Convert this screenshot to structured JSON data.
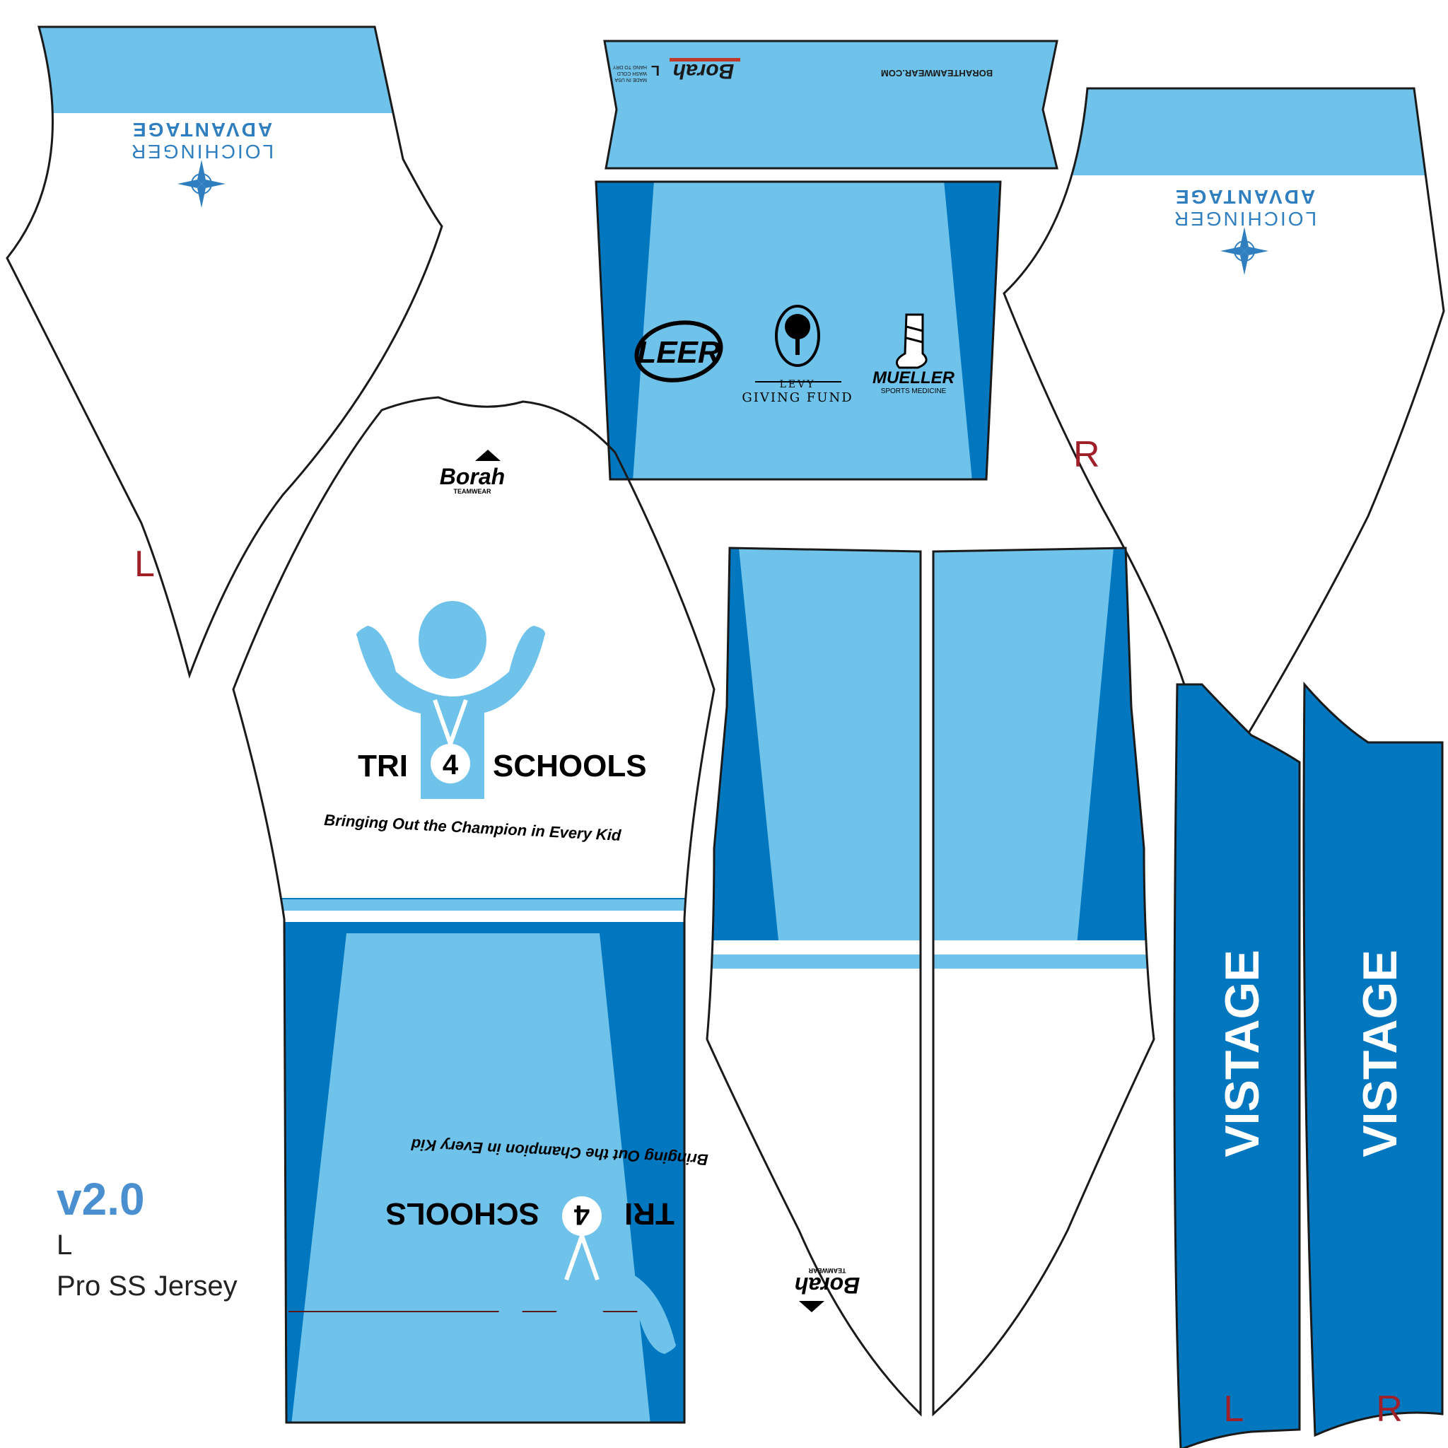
{
  "colors": {
    "light_blue": "#6fc3ea",
    "dark_blue": "#0077bf",
    "outline": "#1a1a1a",
    "label_red": "#a0202a",
    "logo_blue": "#2f7fc0",
    "version_blue": "#4a8fd0"
  },
  "panels": {
    "left_sleeve": {
      "side_label": "L",
      "sponsor_line1": "LOICHINGER",
      "sponsor_line2": "ADVANTAGE",
      "sponsor_icon": "compass-rose-icon"
    },
    "right_sleeve": {
      "side_label": "R",
      "sponsor_line1": "LOICHINGER",
      "sponsor_line2": "ADVANTAGE",
      "sponsor_icon": "compass-rose-icon"
    },
    "collar": {
      "website": "BORAHTEAMWEAR.COM",
      "brand": "Borah",
      "care_line1": "MADE IN USA",
      "care_line2": "WASH COLD",
      "care_line3": "HANG TO DRY",
      "size_tag": "L"
    },
    "back_pocket": {
      "sponsor_leer": "LEER",
      "sponsor_levy_line1": "LEVY",
      "sponsor_levy_line2": "GIVING FUND",
      "sponsor_mueller_line1": "MUELLER",
      "sponsor_mueller_line2": "SPORTS MEDICINE"
    },
    "back_panel": {
      "brand": "Borah",
      "brand_sub": "TEAMWEAR",
      "logo_left": "TRI",
      "logo_number": "4",
      "logo_right": "SCHOOLS",
      "tagline": "Bringing Out the Champion in Every Kid"
    },
    "front_panels": {
      "brand": "Borah",
      "brand_sub": "TEAMWEAR",
      "logo_left": "TRI",
      "logo_number": "4",
      "logo_right": "SCHOOLS",
      "tagline": "Bringing Out the Champion in Every Kid"
    },
    "side_panels": [
      {
        "text": "VISTAGE",
        "side_label": "L"
      },
      {
        "text": "VISTAGE",
        "side_label": "R"
      }
    ]
  },
  "meta": {
    "version": "v2.0",
    "size": "L",
    "product": "Pro SS Jersey"
  }
}
